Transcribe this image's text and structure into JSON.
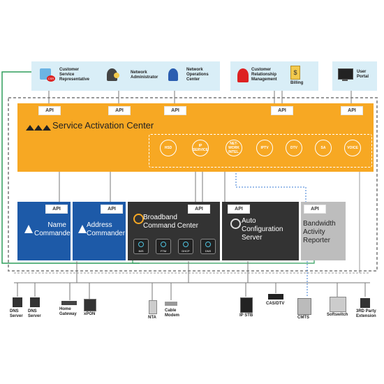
{
  "top_panels": {
    "left": {
      "items": [
        {
          "lines": [
            "Customer",
            "Service",
            "Representative"
          ],
          "icon": "csr-person-icon",
          "badge": "CSR"
        },
        {
          "lines": [
            "Network",
            "Administrator"
          ],
          "icon": "admin-person-icon"
        },
        {
          "lines": [
            "Network",
            "Operations",
            "Center"
          ],
          "icon": "noc-person-icon"
        }
      ]
    },
    "middle": {
      "items": [
        {
          "lines": [
            "Customer",
            "Relationship",
            "Management"
          ],
          "icon": "crm-person-icon"
        },
        {
          "lines": [
            "Billing"
          ],
          "icon": "billing-icon"
        }
      ]
    },
    "right": {
      "items": [
        {
          "lines": [
            "User",
            "Portal"
          ],
          "icon": "monitor-icon"
        }
      ]
    }
  },
  "api_label": "API",
  "sac": {
    "title": "Service Activation Center",
    "services": [
      "HSD",
      "IP\nSERVICE",
      "NET-\nWORK\nINTEL.",
      "IPTV",
      "DTV",
      "SA",
      "VOICE"
    ]
  },
  "modules": {
    "name_commander": {
      "lines": [
        "Name",
        "Commander"
      ]
    },
    "address_commander": {
      "lines": [
        "Address",
        "Commander"
      ]
    },
    "broadband": {
      "lines": [
        "Broadband",
        "Command Center"
      ],
      "subs": [
        "IMS",
        "FTM",
        "DHCP",
        "DNS"
      ]
    },
    "auto_config": {
      "lines": [
        "Auto",
        "Configuration",
        "Server"
      ]
    },
    "bandwidth": {
      "lines": [
        "Bandwidth",
        "Activity",
        "Reporter"
      ]
    }
  },
  "devices": [
    {
      "lines": [
        "DNS",
        "Server"
      ]
    },
    {
      "lines": [
        "DNS",
        "Server"
      ]
    },
    {
      "lines": [
        "Home",
        "Gateway"
      ]
    },
    {
      "lines": [
        "xPON"
      ]
    },
    {
      "lines": [
        "NTA"
      ]
    },
    {
      "lines": [
        "Cable",
        "Modem"
      ]
    },
    {
      "lines": [
        "IP STB"
      ]
    },
    {
      "lines": [
        "CAS/DTV"
      ]
    },
    {
      "lines": [
        "CMTS"
      ]
    },
    {
      "lines": [
        "Softswitch"
      ]
    },
    {
      "lines": [
        "3RD Party",
        "Extension"
      ]
    }
  ],
  "colors": {
    "orange": "#f7a823",
    "blue": "#1d5aa8",
    "dark": "#333333",
    "grey": "#bdbdbd",
    "green": "#2e9e5b",
    "dashed": "#3a7bd5"
  }
}
